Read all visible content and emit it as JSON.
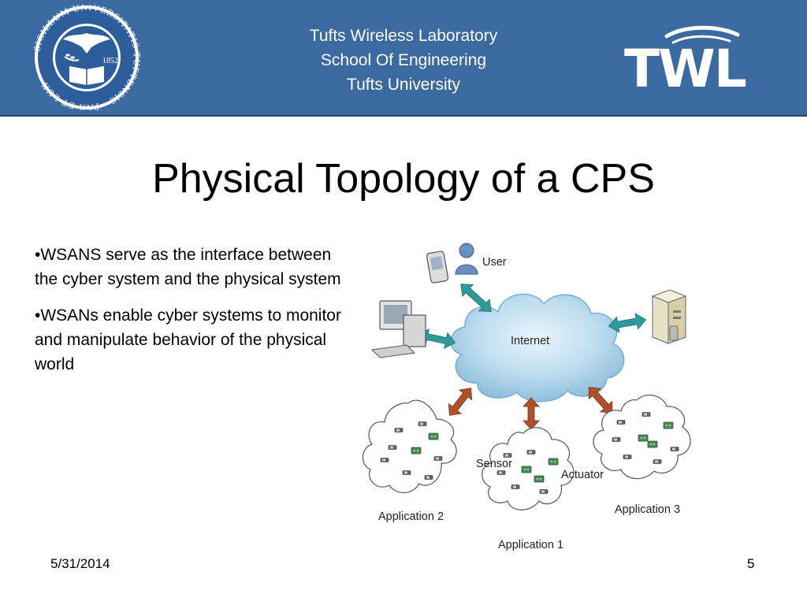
{
  "header": {
    "lines": [
      "Tufts Wireless Laboratory",
      "School Of Engineering",
      "Tufts University"
    ],
    "seal": {
      "icon": "tufts-university-seal",
      "text": "SIGILLUM UNIVERSITATIS TUFTENSIS",
      "motto": "PAX ET LUX",
      "year": "1852"
    },
    "logo": {
      "icon": "twl-logo",
      "text": "TWL"
    },
    "background_color": "#3a6aa0"
  },
  "slide": {
    "title": "Physical Topology of a CPS",
    "bullets": [
      "•WSANS serve as the interface between the cyber system and the physical system",
      "•WSANs enable cyber systems to monitor and manipulate behavior of the physical world"
    ]
  },
  "diagram": {
    "labels": {
      "user": "User",
      "internet": "Internet",
      "sensor": "Sensor",
      "actuator": "Actuator",
      "app1": "Application 1",
      "app2": "Application 2",
      "app3": "Application 3"
    },
    "icons": [
      "mobile-device-icon",
      "user-icon",
      "desktop-computer-icon",
      "server-icon",
      "internet-cloud-icon"
    ],
    "colors": {
      "link_teal": "#2e9b98",
      "link_brown": "#b0502a",
      "cloud": "#bcdcef",
      "sensor_node": "#4a8a55"
    }
  },
  "footer": {
    "date": "5/31/2014",
    "page": "5"
  }
}
